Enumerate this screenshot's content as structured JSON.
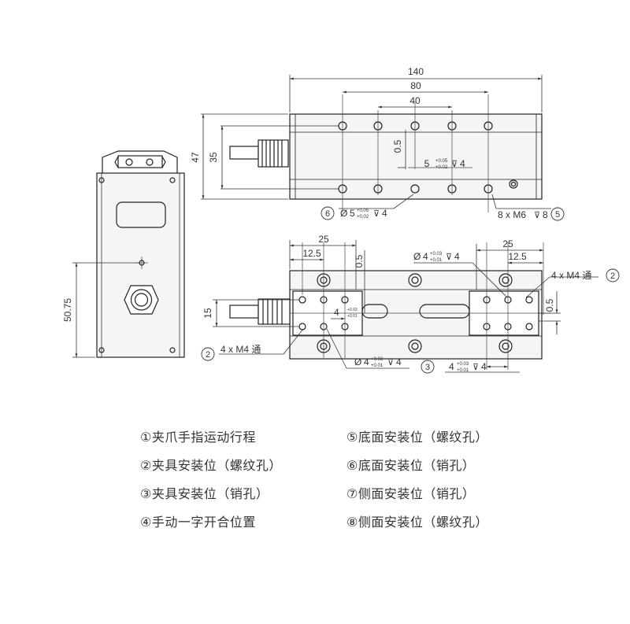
{
  "dimensions": {
    "top_total": "140",
    "top_80": "80",
    "top_40": "40",
    "height_47": "47",
    "height_35": "35",
    "pitch_05": "0.5",
    "hole_depth_top": "5",
    "tol_top_upper": "+0.05",
    "tol_top_lower": "+0.02",
    "depth_top": "4",
    "pin_hole_bottom": "5",
    "tol_bot_upper": "+0.05",
    "tol_bot_lower": "+0.02",
    "depth_bottom": "4",
    "screw_bottom": "8 x M6",
    "screw_depth": "8",
    "front_height": "50.75",
    "left_25": "25",
    "left_125": "12.5",
    "left_05": "0.5",
    "right_25": "25",
    "right_125": "12.5",
    "right_05": "0.5",
    "pin_top": "4",
    "tol_pin_upper": "+0.03",
    "tol_pin_lower": "+0.01",
    "pin_depth": "4",
    "thread_right": "4 x M4 通",
    "thread_left": "4 x M4 通",
    "side_15": "15",
    "small_4": "4",
    "small_tol_upper": "+0.03",
    "small_tol_lower": "+0.01",
    "pin_bottom": "4",
    "pin_bottom_tol_upper": "+0.03",
    "pin_bottom_tol_lower": "+0.01",
    "pin_bottom_depth": "4",
    "right_pin": "4",
    "right_pin_tol_upper": "+0.03",
    "right_pin_tol_lower": "+0.01",
    "right_pin_depth": "4"
  },
  "callouts": {
    "c2": "2",
    "c2b": "2",
    "c3": "3",
    "c5": "5",
    "c6": "6"
  },
  "symbols": {
    "diameter": "Ø",
    "depth": "⊽"
  },
  "legend": [
    "①夹爪手指运动行程",
    "⑤底面安装位（螺纹孔）",
    "②夹具安装位（螺纹孔）",
    "⑥底面安装位（销孔）",
    "③夹具安装位（销孔）",
    "⑦侧面安装位（销孔）",
    "④手动一字开合位置",
    "⑧侧面安装位（螺纹孔）"
  ],
  "colors": {
    "line": "#222222",
    "body_fill": "#f4f4f4",
    "dim": "#333333"
  }
}
